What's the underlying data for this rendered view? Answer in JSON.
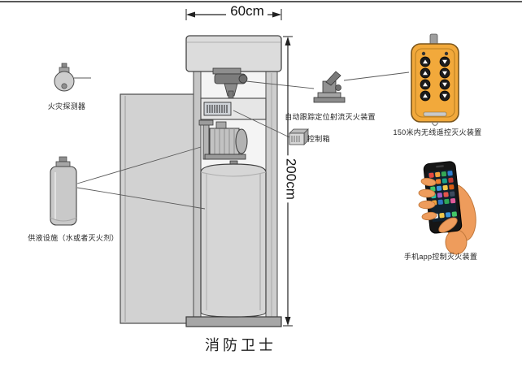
{
  "title": "消防卫士",
  "dimensions": {
    "width": "60cm",
    "height": "200cm"
  },
  "labels": {
    "detector": "火灾探测器",
    "nozzle_device": "自动跟踪定位射流灭火装置",
    "control_box": "控制箱",
    "supply": "供液设施（水或者灭火剂）",
    "remote": "150米内无线遥控灭火装置",
    "phone_app": "手机app控制灭火装置"
  },
  "colors": {
    "outline": "#3c3c3c",
    "cabinet_fill": "#d8d8d8",
    "remote_body": "#f2a93b",
    "hand": "#ee9c5c",
    "phone_body": "#161616"
  },
  "figures": {
    "detector": "flame-detector-figure",
    "supply": "supply-cylinder-figure",
    "cabinet": "fire-guardian-cabinet-figure",
    "nozzle": "jet-nozzle-figure",
    "control_box": "control-box-icon",
    "remote": "remote-control-figure",
    "phone": "smartphone-in-hand-figure"
  }
}
